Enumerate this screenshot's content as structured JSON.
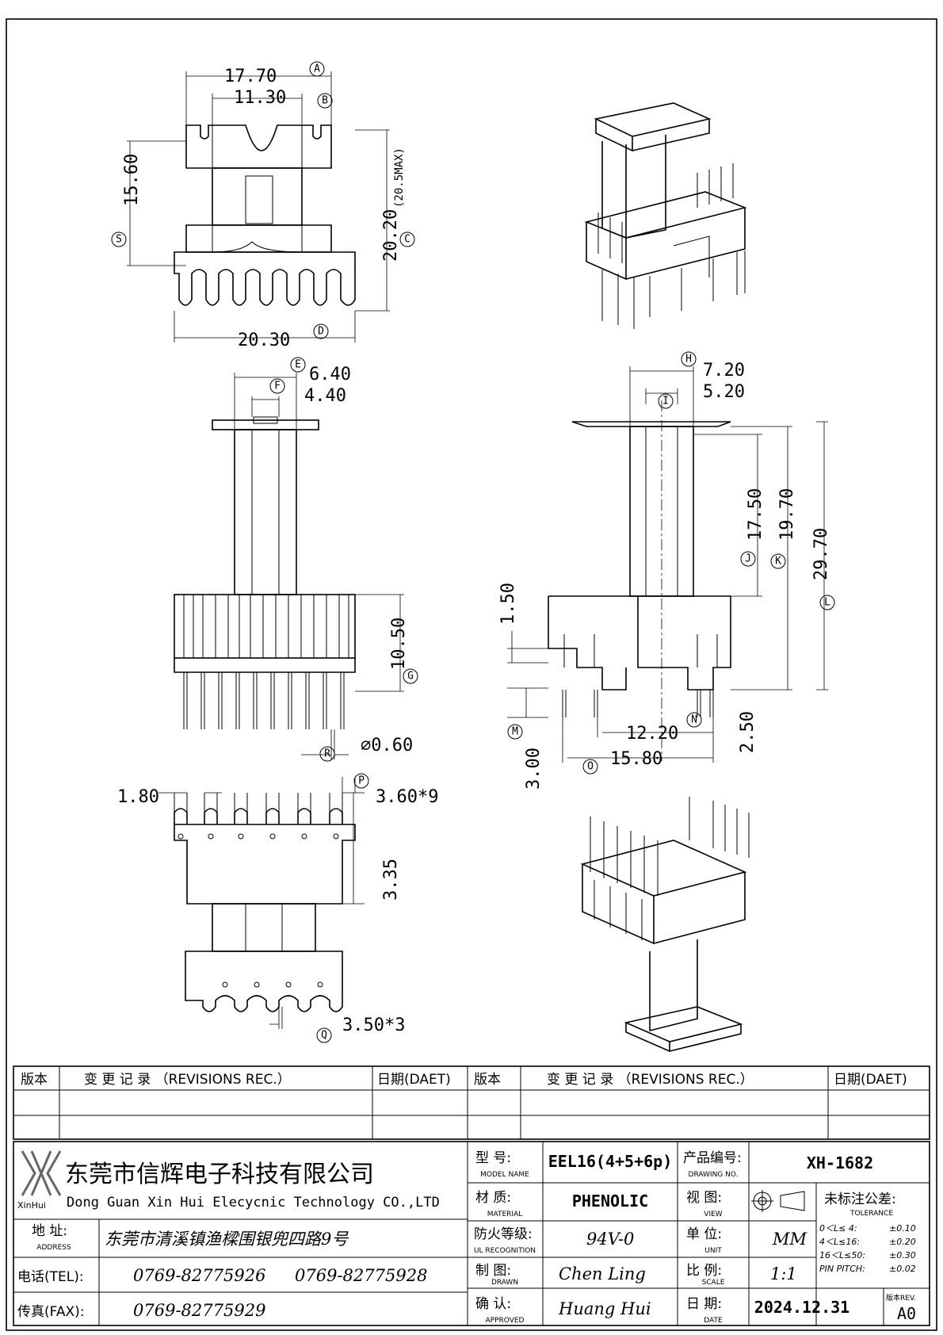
{
  "dimensions": {
    "A": "17.70",
    "B": "11.30",
    "S": "15.60",
    "C": "20.20",
    "C_note": "(20.5MAX)",
    "D": "20.30",
    "E": "6.40",
    "F": "4.40",
    "G": "10.50",
    "R": "⌀0.60",
    "H": "7.20",
    "I": "5.20",
    "J": "17.50",
    "K": "19.70",
    "L": "29.70",
    "side_top": "1.50",
    "M": "3.00",
    "N_top": "12.20",
    "O": "15.80",
    "N_right": "2.50",
    "bottom_left": "1.80",
    "P": "3.60*9",
    "bottom_height": "3.35",
    "Q": "3.50*3"
  },
  "labels": [
    "A",
    "B",
    "S",
    "C",
    "D",
    "E",
    "F",
    "G",
    "R",
    "H",
    "I",
    "J",
    "K",
    "L",
    "M",
    "N",
    "O",
    "P",
    "Q"
  ],
  "revisions": {
    "col_version": "版本",
    "col_record": "变 更 记 录 （REVISIONS REC.）",
    "col_date": "日期(DAET)"
  },
  "company": {
    "logo_caption": "XinHui",
    "name_cn": "东莞市信辉电子科技有限公司",
    "name_en": "Dong Guan Xin Hui Elecycnic Technology CO.,LTD",
    "address_label": "地  址:",
    "address_sub": "ADDRESS",
    "address": "东莞市清溪镇渔樑围银兜四路9号",
    "tel_label": "电话(TEL):",
    "tel1": "0769-82775926",
    "tel2": "0769-82775928",
    "fax_label": "传真(FAX):",
    "fax": "0769-82775929"
  },
  "fields": {
    "model_label": "型  号:",
    "model_sub": "MODEL NAME",
    "model": "EEL16(4+5+6p)",
    "material_label": "材  质:",
    "material_sub": "MATERIAL",
    "material": "PHENOLIC",
    "ul_label": "防火等级:",
    "ul_sub": "UL RECOGNITION",
    "ul": "94V-0",
    "drawn_label": "制  图:",
    "drawn_sub": "DRAWN",
    "drawn": "Chen Ling",
    "approved_label": "确  认:",
    "approved_sub": "APPROVED",
    "approved": "Huang Hui",
    "drawing_no_label": "产品编号:",
    "drawing_no_sub": "DRAWING NO.",
    "drawing_no": "XH-1682",
    "view_label": "视  图:",
    "view_sub": "VIEW",
    "unit_label": "单  位:",
    "unit_sub": "UNIT",
    "unit": "MM",
    "scale_label": "比  例:",
    "scale_sub": "SCALE",
    "scale": "1:1",
    "date_label": "日  期:",
    "date_sub": "DATE",
    "date": "2024.12.31",
    "rev_label": "版本REV.",
    "rev": "A0"
  },
  "tolerance": {
    "title": "未标注公差:",
    "sub": "TOLERANCE",
    "rows": [
      {
        "range": "0＜L≤ 4:",
        "value": "±0.10"
      },
      {
        "range": "4＜L≤16:",
        "value": "±0.20"
      },
      {
        "range": "16＜L≤50:",
        "value": "±0.30"
      },
      {
        "range": "PIN PITCH:",
        "value": "±0.02"
      }
    ]
  }
}
